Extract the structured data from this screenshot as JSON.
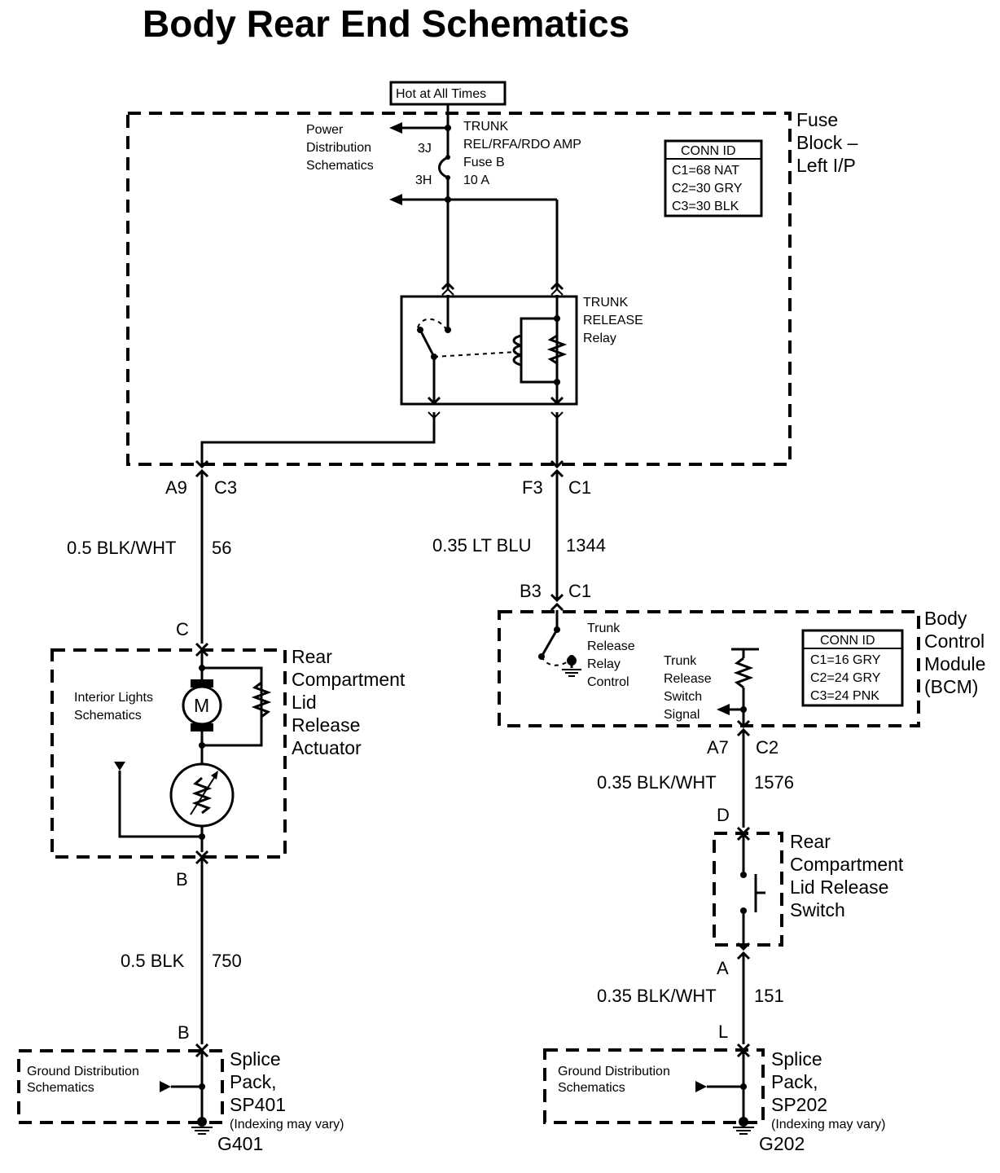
{
  "title": "Body Rear End Schematics",
  "hot_at_all_times": "Hot at All Times",
  "fuse_block": {
    "name_lines": [
      "Fuse",
      "Block –",
      "Left I/P"
    ],
    "power_dist_lines": [
      "Power",
      "Distribution",
      "Schematics"
    ],
    "fuse_lines": [
      "TRUNK",
      "REL/RFA/RDO AMP",
      "Fuse B",
      "10 A"
    ],
    "pin_3j": "3J",
    "pin_3h": "3H",
    "relay_lines": [
      "TRUNK",
      "RELEASE",
      "Relay"
    ],
    "conn_id": {
      "header": "CONN ID",
      "rows": [
        "C1=68 NAT",
        "C2=30 GRY",
        "C3=30 BLK"
      ]
    }
  },
  "connectors": {
    "a9": "A9",
    "c3": "C3",
    "f3": "F3",
    "c1_top": "C1",
    "b3": "B3",
    "c1_bcm": "C1",
    "a7": "A7",
    "c2": "C2",
    "c_act": "C",
    "b_act": "B",
    "b_splice": "B",
    "d_sw": "D",
    "a_sw": "A",
    "l_splice": "L"
  },
  "wires": {
    "w56_gauge": "0.5 BLK/WHT",
    "w56_circuit": "56",
    "w1344_gauge": "0.35 LT BLU",
    "w1344_circuit": "1344",
    "w1576_gauge": "0.35 BLK/WHT",
    "w1576_circuit": "1576",
    "w750_gauge": "0.5 BLK",
    "w750_circuit": "750",
    "w151_gauge": "0.35 BLK/WHT",
    "w151_circuit": "151"
  },
  "bcm": {
    "name_lines": [
      "Body",
      "Control",
      "Module",
      "(BCM)"
    ],
    "relay_ctrl_lines": [
      "Trunk",
      "Release",
      "Relay",
      "Control"
    ],
    "switch_signal_lines": [
      "Trunk",
      "Release",
      "Switch",
      "Signal"
    ],
    "conn_id": {
      "header": "CONN ID",
      "rows": [
        "C1=16 GRY",
        "C2=24 GRY",
        "C3=24 PNK"
      ]
    }
  },
  "actuator": {
    "name_lines": [
      "Rear",
      "Compartment",
      "Lid",
      "Release",
      "Actuator"
    ],
    "interior_lines": [
      "Interior Lights",
      "Schematics"
    ],
    "motor_label": "M"
  },
  "switch": {
    "name_lines": [
      "Rear",
      "Compartment",
      "Lid Release",
      "Switch"
    ]
  },
  "splice_left": {
    "name_lines": [
      "Splice",
      "Pack,",
      "SP401"
    ],
    "note": "(Indexing may vary)",
    "gds_lines": [
      "Ground Distribution",
      "Schematics"
    ],
    "ground": "G401"
  },
  "splice_right": {
    "name_lines": [
      "Splice",
      "Pack,",
      "SP202"
    ],
    "note": "(Indexing may vary)",
    "gds_lines": [
      "Ground Distribution",
      "Schematics"
    ],
    "ground": "G202"
  }
}
